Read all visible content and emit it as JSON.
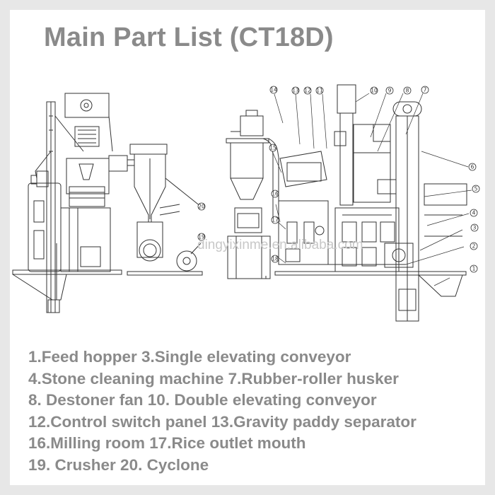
{
  "title": "Main Part List (CT18D)",
  "watermark": "dingyixinme.en.alibaba.com",
  "callouts": [
    "1",
    "2",
    "3",
    "4",
    "5",
    "6",
    "7",
    "8",
    "9",
    "10",
    "11",
    "12",
    "13",
    "14",
    "15",
    "16",
    "17",
    "18",
    "19",
    "20"
  ],
  "parts": [
    "1.Feed hopper  3.Single elevating conveyor",
    "4.Stone cleaning machine 7.Rubber-roller husker",
    "8. Destoner fan  10. Double elevating conveyor",
    "12.Control switch panel  13.Gravity paddy separator",
    "16.Milling room  17.Rice outlet mouth",
    "19. Crusher  20. Cyclone"
  ],
  "colors": {
    "text": "#8a8a8a",
    "line": "#333333",
    "background": "#ffffff",
    "frame": "#e7e7e7"
  }
}
